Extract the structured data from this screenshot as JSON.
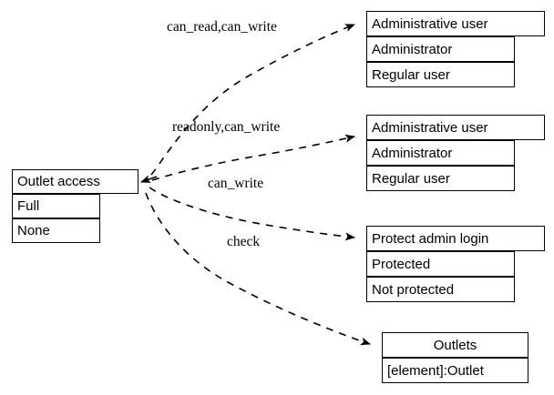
{
  "diagram": {
    "type": "entity-relationship-graph",
    "background_color": "#ffffff",
    "line_color": "#000000",
    "text_color": "#000000",
    "edge_style": "dashed",
    "nodes": {
      "source": {
        "title": "Outlet access",
        "rows": [
          "Full",
          "None"
        ]
      },
      "target1": {
        "title": "Administrative user",
        "rows": [
          "Administrator",
          "Regular user"
        ]
      },
      "target2": {
        "title": "Administrative user",
        "rows": [
          "Administrator",
          "Regular user"
        ]
      },
      "target3": {
        "title": "Protect admin login",
        "rows": [
          "Protected",
          "Not protected"
        ]
      },
      "target4": {
        "title": "Outlets",
        "rows": [
          "[element]:Outlet"
        ]
      }
    },
    "edges": [
      {
        "label": "can_read,can_write",
        "from": "source",
        "to": "target1"
      },
      {
        "label": "readonly,can_write",
        "from": "source",
        "to": "target2"
      },
      {
        "label": "can_write",
        "from": "source",
        "to": "target3"
      },
      {
        "label": "check",
        "from": "source",
        "to": "target4"
      }
    ]
  }
}
